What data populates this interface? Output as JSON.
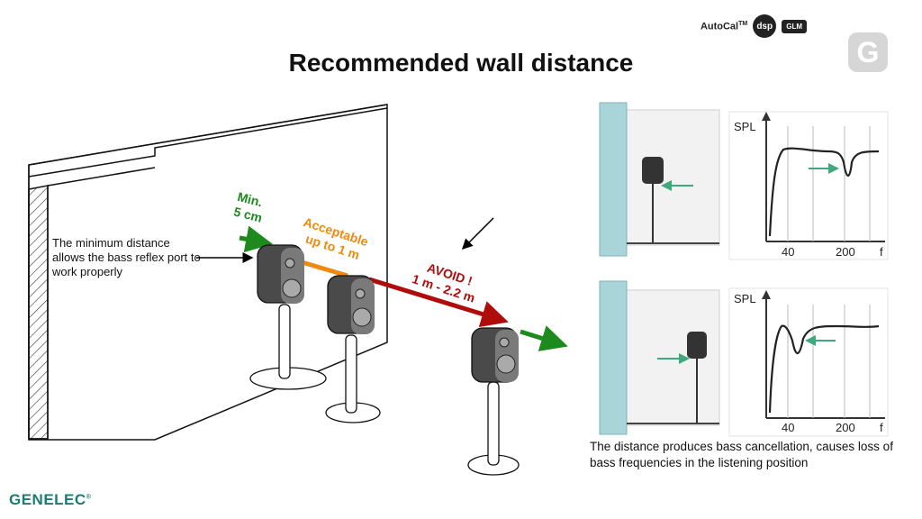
{
  "title": "Recommended wall distance",
  "brand": {
    "autocal": "AutoCal",
    "autocal_tm": "TM",
    "dsp": "dsp",
    "glm": "GLM",
    "g_logo": "G",
    "genelec": "GENELEC",
    "genelec_reg": "®"
  },
  "labels": {
    "min_line1": "Min.",
    "min_line2": "5 cm",
    "acceptable_line1": "Acceptable",
    "acceptable_line2": "up to 1 m",
    "avoid_line1": "AVOID !",
    "avoid_line2": "1 m - 2.2 m"
  },
  "notes": {
    "left": "The minimum distance allows the bass reflex port to work properly",
    "right": "The distance produces bass cancellation, causes loss of bass frequencies in the listening position"
  },
  "graphs": {
    "y_label": "SPL",
    "x_ticks": [
      "40",
      "200"
    ],
    "x_label": "f"
  },
  "colors": {
    "green": "#1c8a1c",
    "orange": "#ef8a10",
    "red": "#b00c0c",
    "teal_arrow": "#3fa97d",
    "wall_glass": "#a9d4d8",
    "brand_teal": "#1c7c72"
  }
}
